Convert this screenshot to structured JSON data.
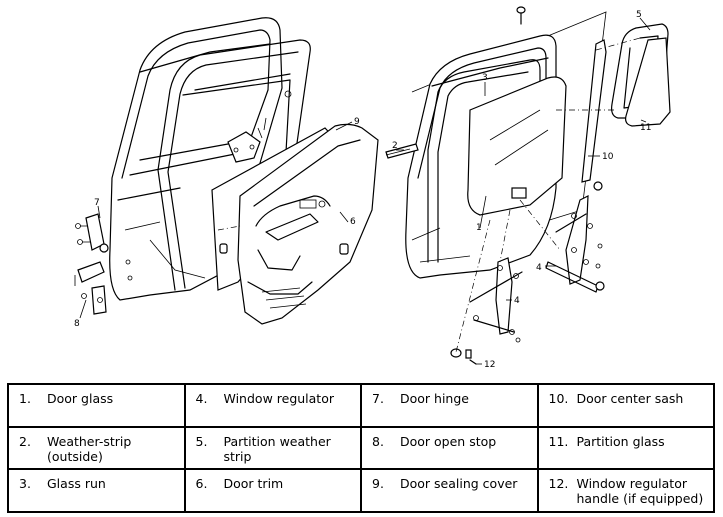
{
  "diagram": {
    "callouts": {
      "c1": "1",
      "c2": "2",
      "c3": "3",
      "c4a": "4",
      "c4b": "4",
      "c5": "5",
      "c6": "6",
      "c7": "7",
      "c8": "8",
      "c9": "9",
      "c10": "10",
      "c11": "11",
      "c12": "12"
    }
  },
  "legend": {
    "rows": [
      [
        {
          "num": "1.",
          "text": "Door glass"
        },
        {
          "num": "4.",
          "text": "Window regulator"
        },
        {
          "num": "7.",
          "text": "Door hinge"
        },
        {
          "num": "10.",
          "text": "Door center sash"
        }
      ],
      [
        {
          "num": "2.",
          "text": "Weather-strip (outside)"
        },
        {
          "num": "5.",
          "text": "Partition weather strip"
        },
        {
          "num": "8.",
          "text": "Door open stop"
        },
        {
          "num": "11.",
          "text": "Partition glass"
        }
      ],
      [
        {
          "num": "3.",
          "text": "Glass run"
        },
        {
          "num": "6.",
          "text": "Door trim"
        },
        {
          "num": "9.",
          "text": "Door sealing cover"
        },
        {
          "num": "12.",
          "text": "Window regulator handle (if equipped)"
        }
      ]
    ]
  }
}
